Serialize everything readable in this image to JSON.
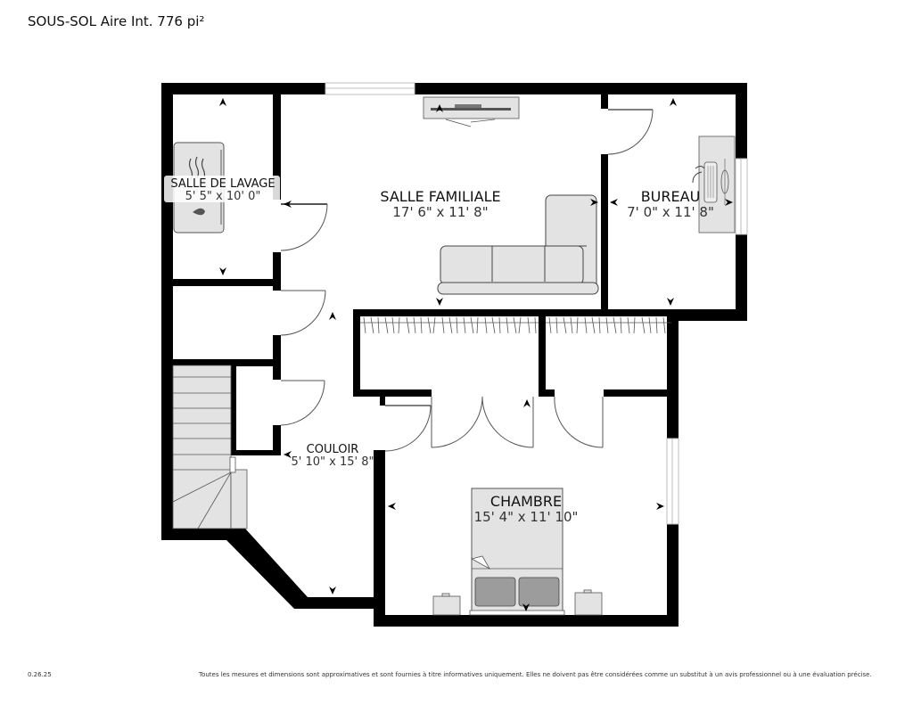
{
  "header": {
    "title": "SOUS-SOL Aire Int. 776 pi²"
  },
  "rooms": {
    "salle_de_lavage": {
      "name": "SALLE DE LAVAGE",
      "dims": "5' 5\" x 10' 0\""
    },
    "salle_familiale": {
      "name": "SALLE FAMILIALE",
      "dims": "17' 6\" x 11' 8\""
    },
    "bureau": {
      "name": "BUREAU",
      "dims": "7' 0\" x 11' 8\""
    },
    "couloir": {
      "name": "COULOIR",
      "dims": "5' 10\" x 15' 8\""
    },
    "chambre": {
      "name": "CHAMBRE",
      "dims": "15' 4\" x 11' 10\""
    }
  },
  "fixtures": [
    "washer-dryer",
    "tv-console",
    "sectional-sofa",
    "desk-with-chair",
    "closet-rods",
    "bed",
    "nightstands",
    "staircase"
  ],
  "colors": {
    "wall": "#000000",
    "furniture_fill": "#e3e3e3",
    "pillow_fill": "#9c9c9c",
    "window": "#bdbdbd"
  },
  "footer": {
    "version": "0.26.25",
    "disclaimer": "Toutes les mesures et dimensions sont approximatives et sont fournies à titre informatives uniquement. Elles ne doivent pas être considérées comme un substitut à un avis professionnel ou à une évaluation précise."
  }
}
